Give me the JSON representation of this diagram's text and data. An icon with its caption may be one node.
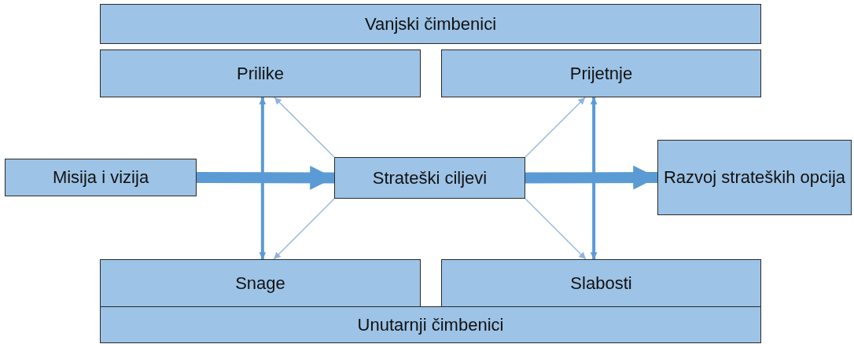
{
  "diagram": {
    "nodes": [
      {
        "text": [
          "Vanjski čimbenici"
        ]
      },
      {
        "text": [
          "Prilike"
        ]
      },
      {
        "text": [
          "Prijetnje"
        ]
      },
      {
        "text": [
          "Misija i vizija"
        ]
      },
      {
        "text": [
          "Strateški ciljevi"
        ]
      },
      {
        "text": [
          "Razvoj strateških opcija"
        ]
      },
      {
        "text": [
          "Snage"
        ]
      },
      {
        "text": [
          "Slabosti"
        ]
      },
      {
        "text": [
          "Unutarnji čimbenici"
        ]
      }
    ],
    "edges": [
      {
        "from": 3,
        "to": 4,
        "arrow": "to",
        "style": "thick"
      },
      {
        "from": 4,
        "to": 5,
        "arrow": "to",
        "style": "thick"
      },
      {
        "from": 1,
        "to": 6,
        "arrow": "both",
        "style": "thick"
      },
      {
        "from": 2,
        "to": 7,
        "arrow": "both",
        "style": "thick"
      },
      {
        "from": 4,
        "to": 1,
        "arrow": "to",
        "color": "#8fb5de"
      },
      {
        "from": 4,
        "to": 6,
        "arrow": "to",
        "color": "#8fb5de"
      },
      {
        "from": 4,
        "to": 2,
        "arrow": "to",
        "color": "#8fb5de"
      },
      {
        "from": 4,
        "to": 7,
        "arrow": "to",
        "color": "#8fb5de"
      }
    ]
  }
}
